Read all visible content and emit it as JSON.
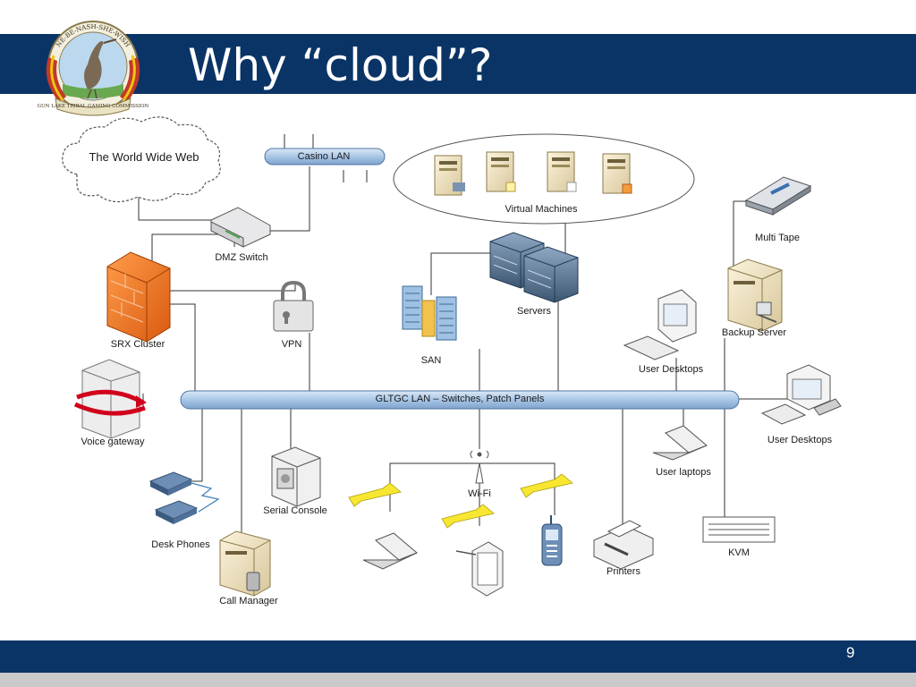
{
  "slide": {
    "title": "Why “cloud”?",
    "page_number": "9",
    "colors": {
      "bar": "#0b3466",
      "lan": "#b9d1ea",
      "footer_gray": "#c9c9c9"
    }
  },
  "seal": {
    "text_top": "NE-BE-NASH-SHE-WISH",
    "text_bottom": "GUN LAKE TRIBAL GAMING COMMISSION"
  },
  "diagram": {
    "web": "The World Wide Web",
    "casino_lan": "Casino LAN",
    "dmz_switch": "DMZ Switch",
    "srx": "SRX Cluster",
    "vpn": "VPN",
    "voice_gateway": "Voice gateway",
    "desk_phones": "Desk Phones",
    "call_manager": "Call Manager",
    "serial_console": "Serial Console",
    "virtual_machines": "Virtual Machines",
    "servers": "Servers",
    "san": "SAN",
    "lan": "GLTGC LAN – Switches, Patch Panels",
    "wifi": "Wi-Fi",
    "printers": "Printers",
    "multi_tape": "Multi Tape",
    "backup_server": "Backup Server",
    "user_desktops_1": "User Desktops",
    "user_desktops_2": "User Desktops",
    "user_laptops": "User laptops",
    "kvm": "KVM"
  }
}
